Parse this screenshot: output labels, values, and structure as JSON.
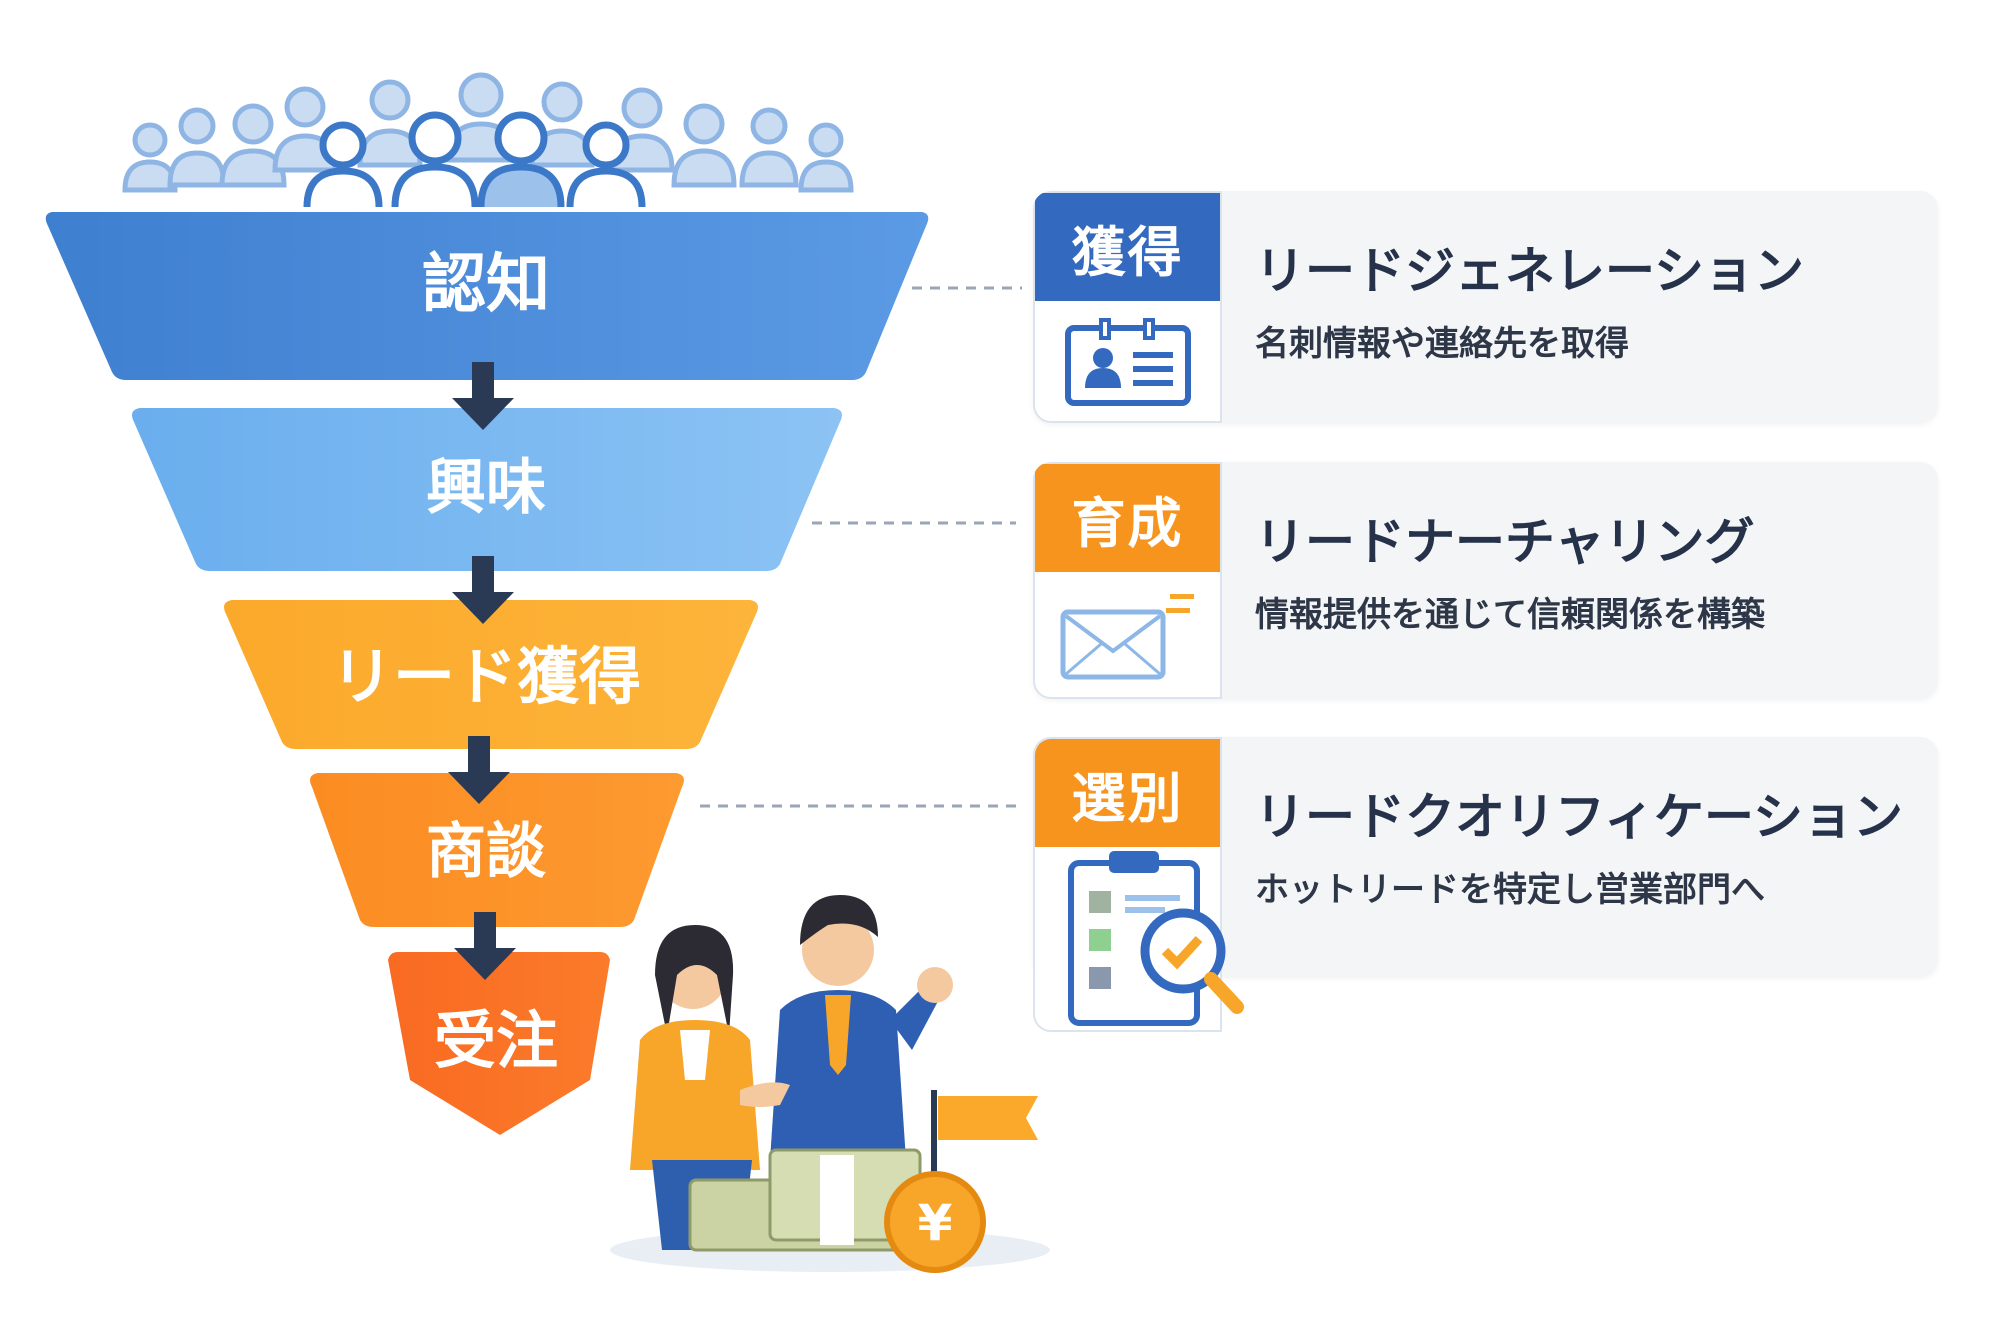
{
  "funnel": {
    "stages": [
      "認知",
      "興味",
      "リード獲得",
      "商談",
      "受注"
    ]
  },
  "cards": [
    {
      "tag": "獲得",
      "title": "リードジェネレーション",
      "subtitle": "名刺情報や連絡先を取得",
      "icon": "id-card-icon",
      "color": "#3469c0"
    },
    {
      "tag": "育成",
      "title": "リードナーチャリング",
      "subtitle": "情報提供を通じて信頼関係を構築",
      "icon": "envelope-icon",
      "color": "#f7941d"
    },
    {
      "tag": "選別",
      "title": "リードクオリフィケーション",
      "subtitle": "ホットリードを特定し営業部門へ",
      "icon": "clipboard-magnifier-icon",
      "color": "#f7941d"
    }
  ],
  "illustration": {
    "currency_symbol": "¥"
  }
}
